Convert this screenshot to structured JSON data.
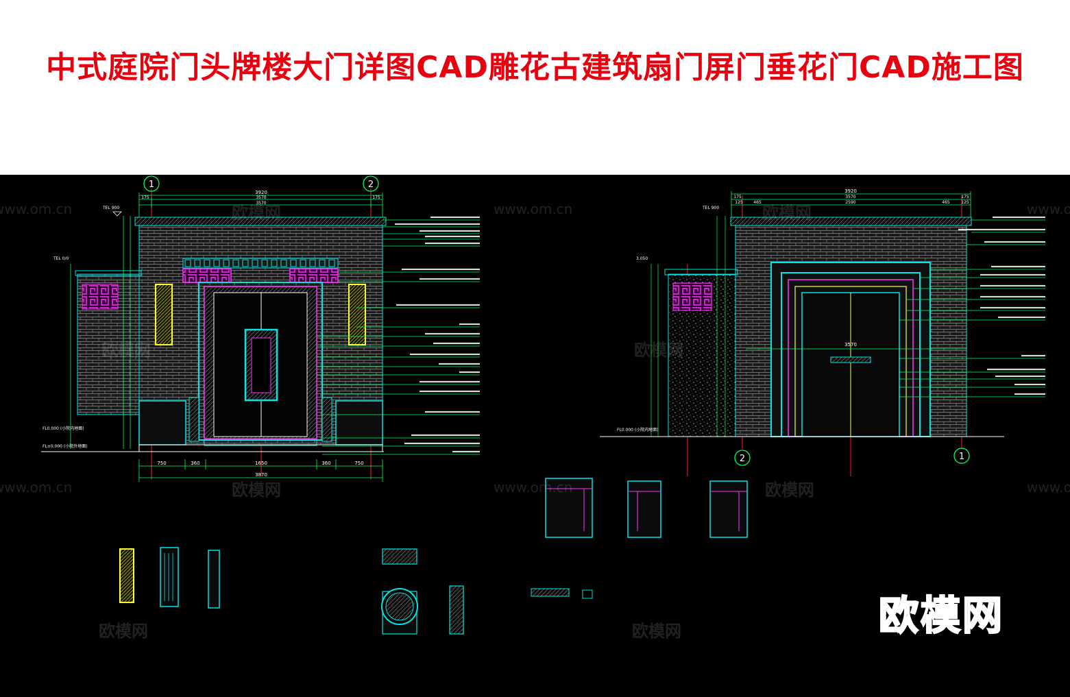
{
  "title": "中式庭院门头牌楼大门详图CAD雕花古建筑扇门屏门垂花门CAD施工图",
  "watermark": {
    "url": "www.om.cn",
    "cn": "欧模网",
    "brand": "欧模网"
  },
  "colors": {
    "title": "#e8000f",
    "bg": "#000000",
    "outline": "#00e5e5",
    "dim": "#00ff66",
    "axis": "#ff2020",
    "ornament": "#ff33ff",
    "panel": "#ffff33",
    "text": "#ffffff",
    "brick": "#8c8c8c"
  },
  "drawing_front": {
    "axis_labels": [
      "1",
      "2"
    ],
    "dims_top": [
      "3920",
      "175",
      "3570",
      "175",
      "3570"
    ],
    "dims_bottom": [
      "750",
      "360",
      "1650",
      "360",
      "750"
    ],
    "dim_total": "3870",
    "levels": [
      "TEL 900",
      "TEL 0/0",
      "FL0.000 (小院内地面)",
      "FL±0.000 (小院外地面)"
    ]
  },
  "drawing_side": {
    "axis_labels": [
      "2",
      "1"
    ],
    "dims_top": [
      "3920",
      "175",
      "3570",
      "175",
      "125",
      "465",
      "2590",
      "465",
      "125"
    ],
    "mid_dim": "3570",
    "levels": [
      "TEL 900",
      "3.050",
      "FL0.000 (小院内地面)"
    ]
  }
}
